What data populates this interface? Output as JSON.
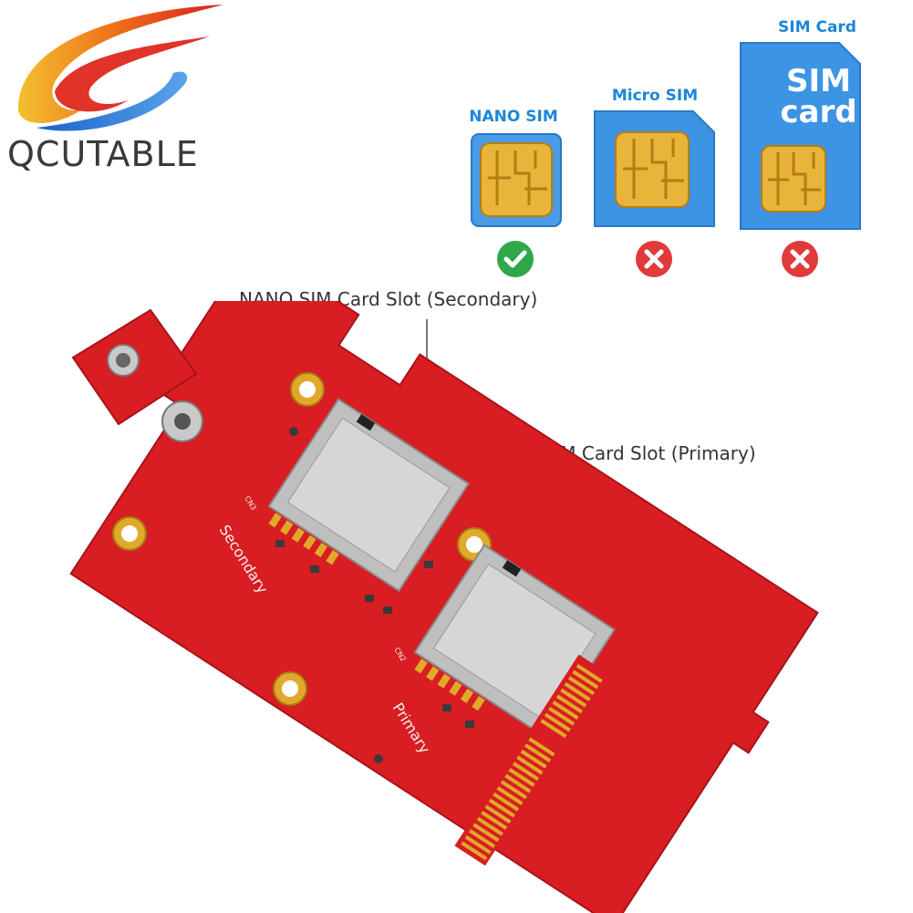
{
  "brand": {
    "name": "QCUTABLE"
  },
  "sim_types": [
    {
      "label": "NANO SIM",
      "compatible": true,
      "status_icon": "check-icon"
    },
    {
      "label": "Micro SIM",
      "compatible": false,
      "status_icon": "cross-icon"
    },
    {
      "label": "SIM Card",
      "compatible": false,
      "status_icon": "cross-icon",
      "card_text": [
        "SIM",
        "card"
      ]
    }
  ],
  "callouts": {
    "secondary": "NANO SIM Card Slot (Secondary)",
    "primary": "NANO SIM Card Slot (Primary)"
  },
  "board_labels": {
    "secondary": "Secondary",
    "primary": "Primary",
    "cn3": "CN3",
    "cn2": "CN2"
  },
  "colors": {
    "board": "#d81e22",
    "gold": "#d9a520",
    "sim_blue": "#2d8fe0",
    "check_green": "#2ea84a",
    "cross_red": "#e03a3a"
  }
}
